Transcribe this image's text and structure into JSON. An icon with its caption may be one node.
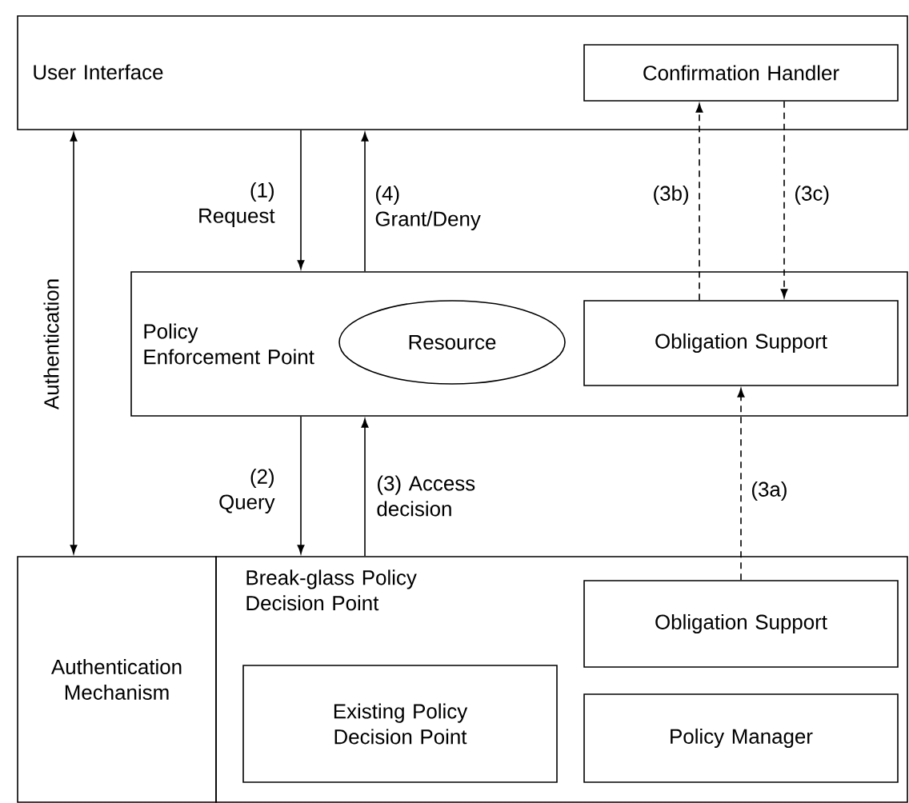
{
  "diagram": {
    "nodes": [
      {
        "text": [
          "User Interface"
        ]
      },
      {
        "text": [
          "Confirmation Handler"
        ],
        "in": 0
      },
      {
        "text": [
          "Policy Enforcement Point"
        ]
      },
      {
        "text": [
          "Resource"
        ],
        "in": 2
      },
      {
        "text": [
          "Obligation Support"
        ],
        "in": 2
      },
      {
        "text": [
          "Authentication Mechanism"
        ]
      },
      {
        "text": [
          "Break-glass Policy Decision Point"
        ]
      },
      {
        "text": [
          "Obligation Support"
        ],
        "in": 6
      },
      {
        "text": [
          "Existing Policy Decision Point"
        ],
        "in": 6
      },
      {
        "text": [
          "Policy Manager"
        ],
        "in": 6
      }
    ],
    "edges": [
      {
        "from": 0,
        "to": 5,
        "arrow": "both",
        "label": "Authentication"
      },
      {
        "from": 0,
        "to": 2,
        "arrow": "to",
        "label": "(1) Request"
      },
      {
        "from": 2,
        "to": 0,
        "arrow": "to",
        "label": "(4) Grant/Deny"
      },
      {
        "from": 4,
        "to": 1,
        "arrow": "to",
        "label": "(3b)",
        "style": "dashed"
      },
      {
        "from": 1,
        "to": 4,
        "arrow": "to",
        "label": "(3c)",
        "style": "dashed"
      },
      {
        "from": 2,
        "to": 6,
        "arrow": "to",
        "label": "(2) Query"
      },
      {
        "from": 6,
        "to": 2,
        "arrow": "to",
        "label": "(3) Access decision"
      },
      {
        "from": 7,
        "to": 4,
        "arrow": "to",
        "label": "(3a)",
        "style": "dashed"
      }
    ]
  }
}
